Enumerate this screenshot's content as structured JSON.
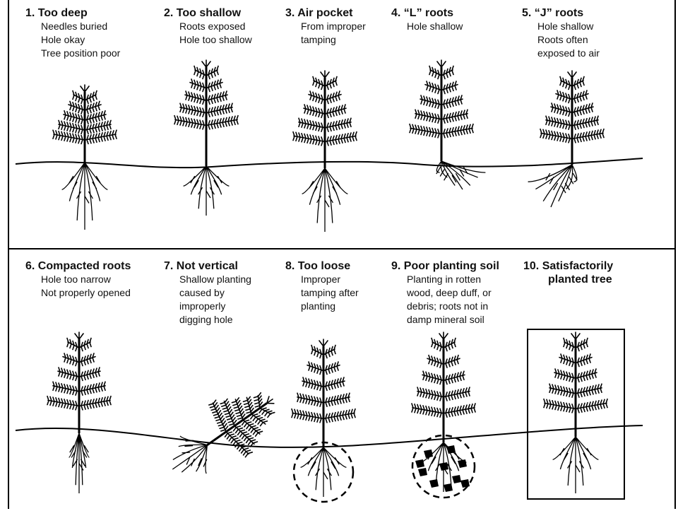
{
  "panels": [
    {
      "number": "1.",
      "title": "Too deep",
      "lines": [
        "Needles buried",
        "Hole okay",
        "Tree position poor"
      ]
    },
    {
      "number": "2.",
      "title": "Too shallow",
      "lines": [
        "Roots exposed",
        "Hole too shallow"
      ]
    },
    {
      "number": "3.",
      "title": "Air pocket",
      "lines": [
        "From improper",
        "tamping"
      ]
    },
    {
      "number": "4.",
      "title": "“L” roots",
      "lines": [
        "Hole shallow"
      ]
    },
    {
      "number": "5.",
      "title": "“J” roots",
      "lines": [
        "Hole shallow",
        "Roots often",
        "exposed to air"
      ]
    },
    {
      "number": "6.",
      "title": "Compacted roots",
      "lines": [
        "Hole too narrow",
        "Not properly opened"
      ]
    },
    {
      "number": "7.",
      "title": "Not vertical",
      "lines": [
        "Shallow planting",
        "caused by",
        "improperly",
        "digging hole"
      ]
    },
    {
      "number": "8.",
      "title": "Too loose",
      "lines": [
        "Improper",
        "tamping after",
        "planting"
      ]
    },
    {
      "number": "9.",
      "title": "Poor planting soil",
      "lines": [
        "Planting in rotten",
        "wood, deep duff, or",
        "debris; roots not in",
        "damp mineral soil"
      ]
    },
    {
      "number": "10.",
      "title": "Satisfactorily",
      "lines": []
    }
  ],
  "panel10_title_line2": "planted tree"
}
